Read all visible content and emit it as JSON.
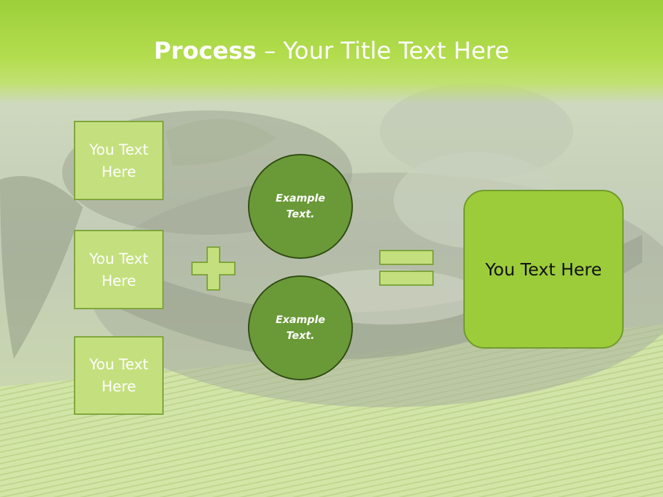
{
  "title": {
    "bold": "Process",
    "rest": " – Your Title Text Here"
  },
  "left_boxes": [
    {
      "line1": "You Text",
      "line2": "Here"
    },
    {
      "line1": "You Text",
      "line2": "Here"
    },
    {
      "line1": "You Text",
      "line2": "Here"
    }
  ],
  "circles": [
    {
      "line1": "Example",
      "line2": "Text."
    },
    {
      "line1": "Example",
      "line2": "Text."
    }
  ],
  "result_box": {
    "text": "You Text Here"
  },
  "operators": {
    "plus": "plus-sign",
    "equals": "equals-sign"
  },
  "colors": {
    "title_band": "#a8d645",
    "box_fill": "#c4e07e",
    "box_border": "#7ea43a",
    "circle_fill": "#6a9a37",
    "circle_border": "#2f4b13",
    "result_fill": "#9ccc3a"
  }
}
